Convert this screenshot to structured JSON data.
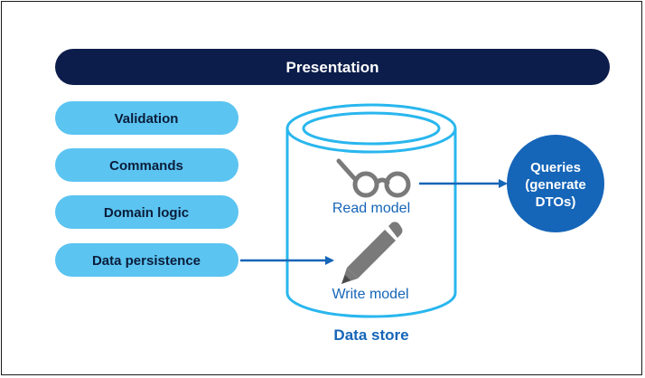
{
  "presentation": {
    "label": "Presentation"
  },
  "layers": [
    {
      "label": "Validation"
    },
    {
      "label": "Commands"
    },
    {
      "label": "Domain logic"
    },
    {
      "label": "Data persistence"
    }
  ],
  "data_store": {
    "label": "Data store",
    "read_model": {
      "label": "Read model",
      "icon": "glasses-icon"
    },
    "write_model": {
      "label": "Write model",
      "icon": "pencil-icon"
    }
  },
  "queries": {
    "lines": [
      "Queries",
      "(generate",
      "DTOs)"
    ]
  },
  "colors": {
    "dark_navy": "#0c1d4b",
    "light_blue": "#5bc4f1",
    "cylinder_stroke": "#29b6ee",
    "accent_blue": "#1565b8",
    "icon_gray": "#7a7a7a"
  }
}
